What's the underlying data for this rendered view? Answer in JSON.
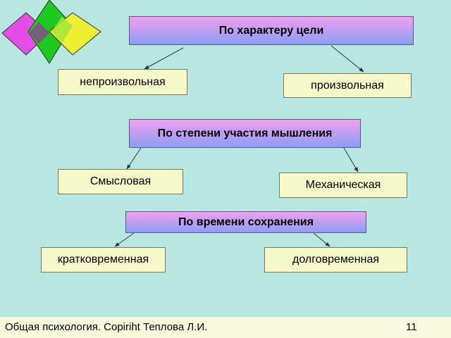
{
  "colors": {
    "background": "#b8e6e0",
    "header_gradient_top": "#f0a0f0",
    "header_gradient_bottom": "#8a9ef5",
    "leaf_fill": "#f5f8c8",
    "footer_fill": "#f7fadc",
    "diamond_magenta": "#e64de6",
    "diamond_green": "#1ec81e",
    "diamond_yellow": "#eef033"
  },
  "groups": [
    {
      "header": "По характеру цели",
      "left": "непроизвольная",
      "right": "произвольная"
    },
    {
      "header": "По степени участия мышления",
      "left": "Смысловая",
      "right": "Механическая"
    },
    {
      "header": "По времени сохранения",
      "left": "кратковременная",
      "right": "долговременная"
    }
  ],
  "footer": {
    "text": "Общая психология. Copiriht Теплова Л.И.",
    "page_number": "11"
  }
}
